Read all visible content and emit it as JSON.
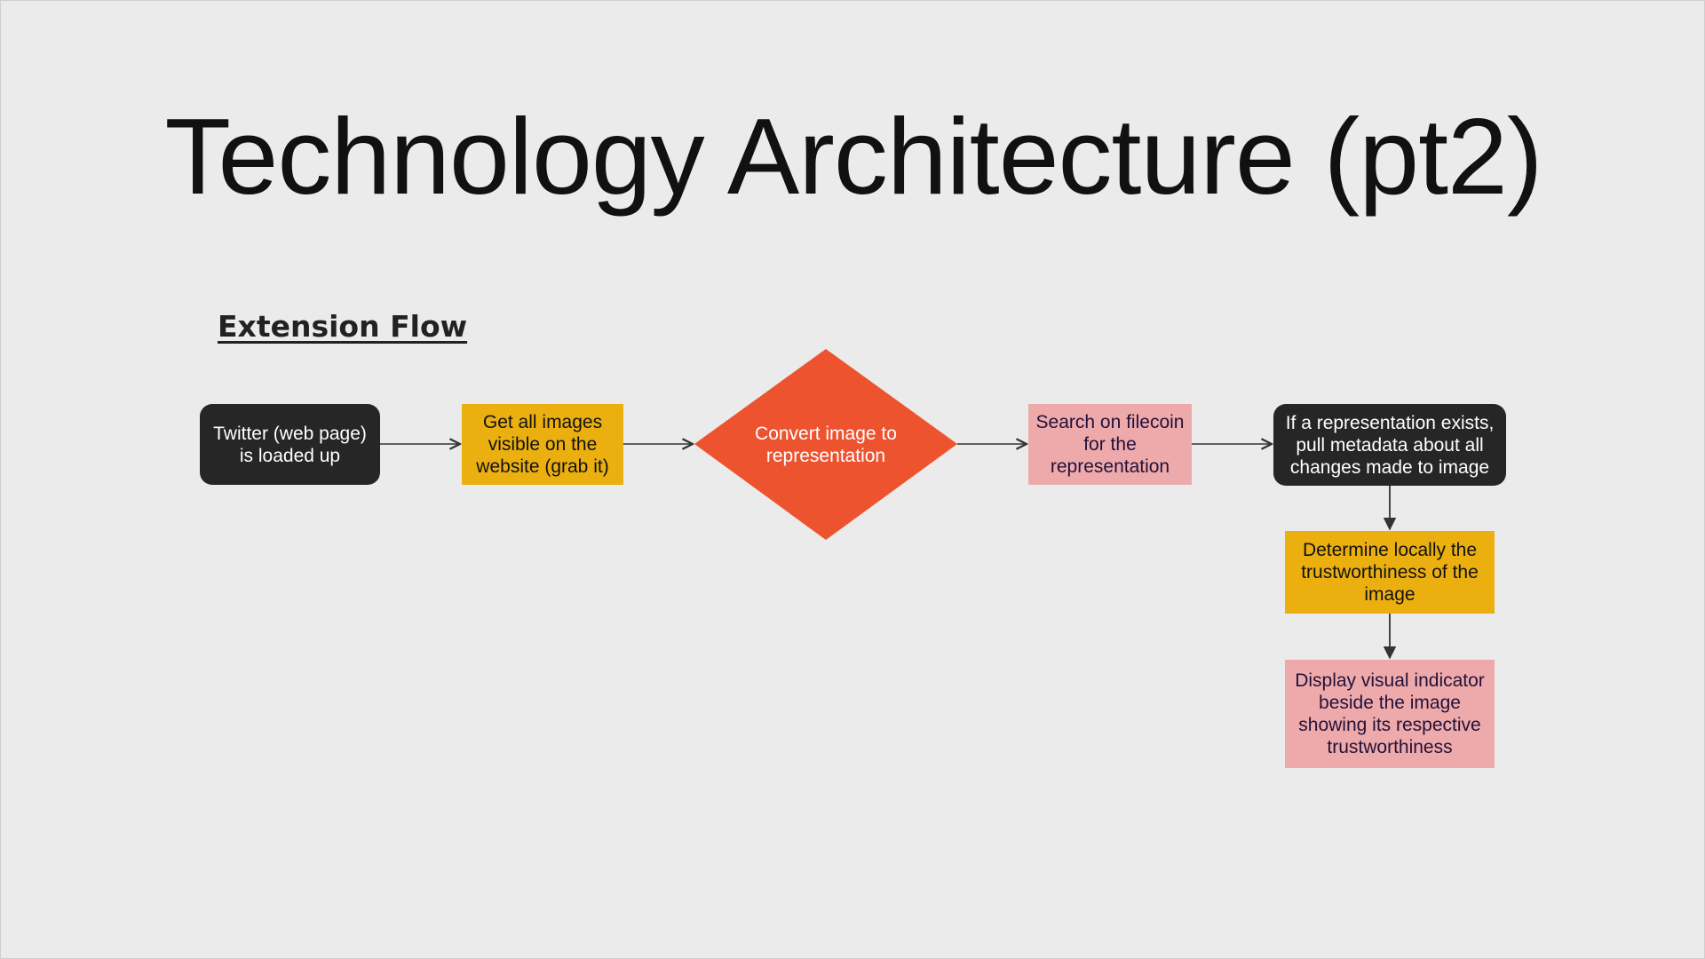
{
  "title": "Technology Architecture (pt2)",
  "subtitle": "Extension Flow",
  "colors": {
    "background": "#ebebeb",
    "dark_node": "#262626",
    "yellow_node": "#ebb010",
    "diamond": "#ee5330",
    "pink_node": "#eeaaab",
    "edge": "#333333"
  },
  "nodes": {
    "twitter_loaded": "Twitter (web page) is loaded up",
    "get_images": "Get all images visible on the website (grab it)",
    "convert_image": "Convert image to representation",
    "search_filecoin": "Search on filecoin for the representation",
    "pull_metadata": "If a representation exists, pull metadata about all changes made to image",
    "determine_trust": "Determine locally the trustworthiness of the image",
    "display_indicator": "Display visual indicator beside the image showing its respective trustworthiness"
  },
  "edges": [
    {
      "from": "twitter_loaded",
      "to": "get_images"
    },
    {
      "from": "get_images",
      "to": "convert_image"
    },
    {
      "from": "convert_image",
      "to": "search_filecoin"
    },
    {
      "from": "search_filecoin",
      "to": "pull_metadata"
    },
    {
      "from": "pull_metadata",
      "to": "determine_trust"
    },
    {
      "from": "determine_trust",
      "to": "display_indicator"
    }
  ]
}
